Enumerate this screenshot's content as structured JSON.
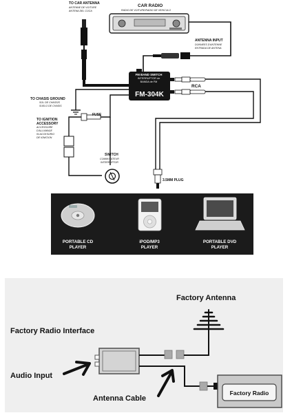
{
  "top_diagram": {
    "car_antenna": {
      "title": "TO CAR ANTENNA",
      "sub1": "ANTENNE DE VOITURE",
      "sub2": "ANTENA DEL COCA"
    },
    "car_radio": {
      "title": "CAR RADIO",
      "sub": "RADIO DE VOITURE/RADIO DE VEHICULO"
    },
    "antenna_input": {
      "title": "ANTENNA INPUT",
      "sub1": "DONNEES D'ANTENNE",
      "sub2": "ENTRADA DE ANTENA"
    },
    "module": {
      "line1": "FM BAND SWITCH",
      "line2": "INTERRUPTOR de",
      "line3": "BANDA de FM",
      "model": "FM-304K"
    },
    "rca_label": "RCA",
    "chassis_ground": {
      "title": "TO CHASIS GROUND",
      "sub1": "SOL DE CHASSIS",
      "sub2": "SUELO DE CHASIS"
    },
    "fuse_label": "FUSE",
    "ignition": {
      "title1": "TO IGNITION",
      "title2": "ACCESSORY",
      "sub1": "ACCESSOIRE",
      "sub2": "D'ALLUMAGE",
      "sub3": "IN ACCESORIO",
      "sub4": "DE IGNICION"
    },
    "switch": {
      "title": "SWITCH",
      "sub1": "COMMUTATEUR",
      "sub2": "INTERRUPTOR"
    },
    "plug_label": "3.5MM PLUG",
    "devices": [
      {
        "line1": "PORTABLE CD",
        "line2": "PLAYER"
      },
      {
        "line1": "iPOD/MP3",
        "line2": "PLAYER"
      },
      {
        "line1": "PORTABLE DVD",
        "line2": "PLAYER"
      }
    ],
    "colors": {
      "device_panel": "#1b1b1b",
      "wire": "#111111"
    }
  },
  "bottom_diagram": {
    "factory_antenna": "Factory Antenna",
    "interface": "Factory Radio Interface",
    "audio_input": "Audio Input",
    "antenna_cable": "Antenna Cable",
    "factory_radio": "Factory Radio",
    "colors": {
      "background": "#efefef",
      "module": "#d4d4d4",
      "radio": "#c9c9c9"
    }
  }
}
